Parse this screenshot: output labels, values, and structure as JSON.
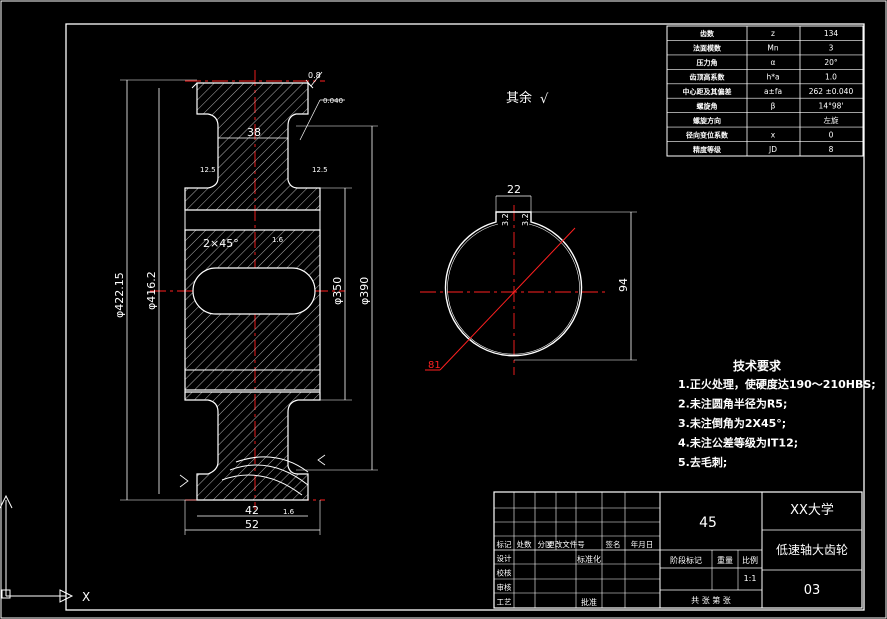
{
  "colors": {
    "background": "#000000",
    "line": "#ffffff",
    "center_line": "#ff2020",
    "dimension": "#ffffff"
  },
  "param_table": [
    {
      "name": "齿数",
      "symbol": "z",
      "value": "134"
    },
    {
      "name": "法面模数",
      "symbol": "Mn",
      "value": "3"
    },
    {
      "name": "压力角",
      "symbol": "α",
      "value": "20°"
    },
    {
      "name": "齿顶高系数",
      "symbol": "h*a",
      "value": "1.0"
    },
    {
      "name": "中心距及其偏差",
      "symbol": "a±fa",
      "value": "262 ±0.040"
    },
    {
      "name": "螺旋角",
      "symbol": "β",
      "value": "14°98'"
    },
    {
      "name": "螺旋方向",
      "symbol": "",
      "value": "左旋"
    },
    {
      "name": "径向变位系数",
      "symbol": "x",
      "value": "0"
    },
    {
      "name": "精度等级",
      "symbol": "JD",
      "value": "8"
    }
  ],
  "surface_note": "其余",
  "surface_symbol": "√",
  "dims": {
    "d_outer": "φ422.15",
    "d_root": "φ416.2",
    "d_350": "φ350",
    "d_390": "φ390",
    "width_38": "38",
    "width_42": "42",
    "width_52": "52",
    "chamfer": "2×45°",
    "rough_a": "0.8",
    "rough_b": "12.5",
    "rough_c": "12.5",
    "rough_d": "1.6",
    "rough_e": "1.6",
    "rough_f": "3.2",
    "rough_g": "3.2",
    "tol": "0.040",
    "key_width": "22",
    "key_height": "94",
    "hole_dia": "81",
    "key_r1": "3.2",
    "key_r2": "3.2"
  },
  "tech_req": {
    "title": "技术要求",
    "items": [
      "1.正火处理，使硬度达190～210HBS;",
      "2.未注圆角半径为R5;",
      "3.未注倒角为2X45°;",
      "4.未注公差等级为IT12;",
      "5.去毛刺;"
    ]
  },
  "title_block": {
    "material": "45",
    "university": "XX大学",
    "part_name": "低速轴大齿轮",
    "drawing_no": "03",
    "scale_value": "1:1",
    "h_labels": [
      "标记",
      "处数",
      "分区",
      "更改文件号",
      "签名",
      "年月日"
    ],
    "row_labels": [
      "设计",
      "校核",
      "审核",
      "工艺"
    ],
    "std_label": "标准化",
    "approve_label": "批准",
    "stage_label": "阶段标记",
    "weight_label": "重量",
    "scale_label": "比例",
    "sheets_label": "共 张 第 张"
  },
  "ucs_label": "X"
}
